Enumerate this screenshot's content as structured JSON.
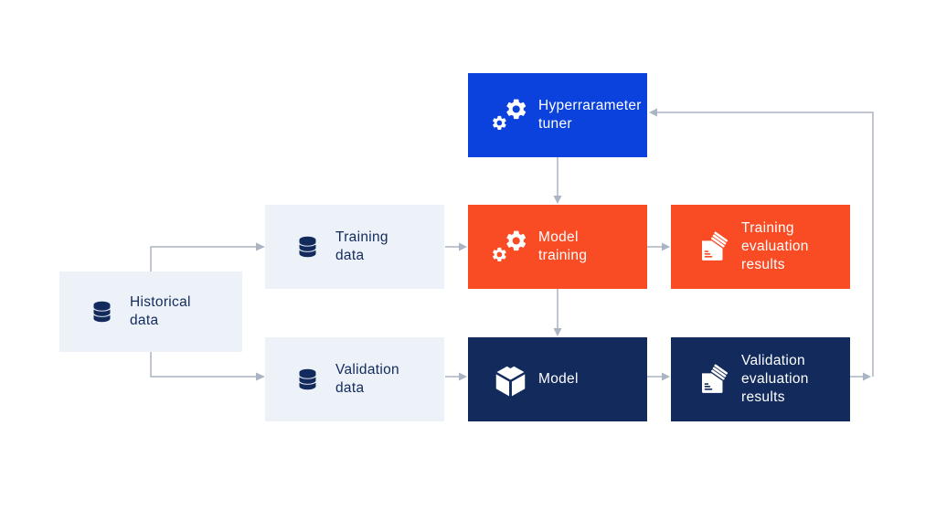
{
  "diagram": {
    "nodes": {
      "historical_data": {
        "lines": [
          "Historical",
          "data"
        ],
        "icon": "database"
      },
      "training_data": {
        "lines": [
          "Training",
          "data"
        ],
        "icon": "database"
      },
      "validation_data": {
        "lines": [
          "Validation",
          "data"
        ],
        "icon": "database"
      },
      "hyperparameter_tuner": {
        "lines": [
          "Hyperrarameter",
          "tuner"
        ],
        "icon": "gears"
      },
      "model_training": {
        "lines": [
          "Model",
          "training"
        ],
        "icon": "gears"
      },
      "model": {
        "lines": [
          "Model"
        ],
        "icon": "cube"
      },
      "training_eval": {
        "lines": [
          "Training",
          "evaluation",
          "results"
        ],
        "icon": "results-files"
      },
      "validation_eval": {
        "lines": [
          "Validation",
          "evaluation",
          "results"
        ],
        "icon": "results-files"
      }
    },
    "edges": [
      {
        "from": "historical_data",
        "to": "training_data"
      },
      {
        "from": "historical_data",
        "to": "validation_data"
      },
      {
        "from": "training_data",
        "to": "model_training"
      },
      {
        "from": "hyperparameter_tuner",
        "to": "model_training"
      },
      {
        "from": "model_training",
        "to": "training_eval"
      },
      {
        "from": "model_training",
        "to": "model"
      },
      {
        "from": "validation_data",
        "to": "model"
      },
      {
        "from": "model",
        "to": "validation_eval"
      },
      {
        "from": "validation_eval",
        "to": "hyperparameter_tuner"
      }
    ],
    "colors": {
      "blue": "#0b42dd",
      "orange": "#f94b24",
      "navy": "#122a5c",
      "light_panel": "#edf2f9",
      "connector": "#aab4c3"
    }
  }
}
